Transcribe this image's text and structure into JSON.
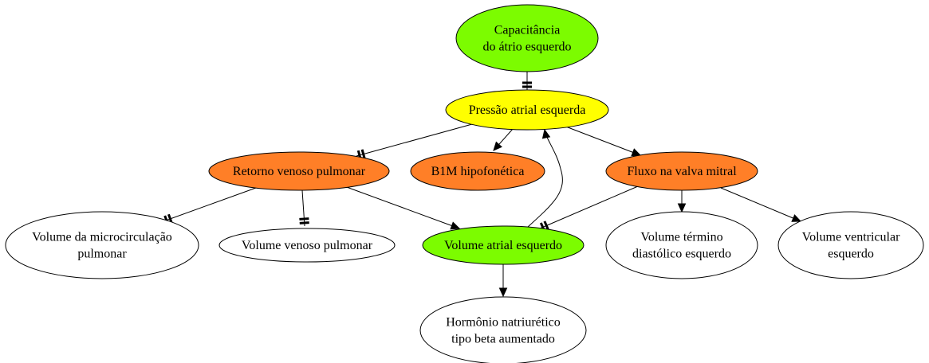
{
  "nodes": [
    {
      "id": "capacitancia",
      "lines": [
        "Capacitância",
        "do átrio esquerdo"
      ],
      "fill": "#7cfc00"
    },
    {
      "id": "pressao",
      "lines": [
        "Pressão atrial esquerda"
      ],
      "fill": "#ffff00"
    },
    {
      "id": "retorno",
      "lines": [
        "Retorno venoso pulmonar"
      ],
      "fill": "#ff7f27"
    },
    {
      "id": "b1m",
      "lines": [
        "B1M hipofonética"
      ],
      "fill": "#ff7f27"
    },
    {
      "id": "fluxo",
      "lines": [
        "Fluxo na valva mitral"
      ],
      "fill": "#ff7f27"
    },
    {
      "id": "vol-micro",
      "lines": [
        "Volume da microcirculação",
        "pulmonar"
      ],
      "fill": "#ffffff"
    },
    {
      "id": "vol-venoso",
      "lines": [
        "Volume venoso pulmonar"
      ],
      "fill": "#ffffff"
    },
    {
      "id": "vol-atrial",
      "lines": [
        "Volume atrial esquerdo"
      ],
      "fill": "#7cfc00"
    },
    {
      "id": "vol-termino",
      "lines": [
        "Volume término",
        "diastólico esquerdo"
      ],
      "fill": "#ffffff"
    },
    {
      "id": "vol-ventricular",
      "lines": [
        "Volume ventricular",
        "esquerdo"
      ],
      "fill": "#ffffff"
    },
    {
      "id": "hormonio",
      "lines": [
        "Hormônio natriurético",
        "tipo beta aumentado"
      ],
      "fill": "#ffffff"
    }
  ],
  "edges": [
    {
      "from": "capacitancia",
      "to": "pressao",
      "type": "inhibit"
    },
    {
      "from": "pressao",
      "to": "retorno",
      "type": "inhibit"
    },
    {
      "from": "pressao",
      "to": "b1m",
      "type": "arrow"
    },
    {
      "from": "pressao",
      "to": "fluxo",
      "type": "arrow"
    },
    {
      "from": "retorno",
      "to": "vol-micro",
      "type": "inhibit"
    },
    {
      "from": "retorno",
      "to": "vol-venoso",
      "type": "inhibit"
    },
    {
      "from": "retorno",
      "to": "vol-atrial",
      "type": "arrow"
    },
    {
      "from": "fluxo",
      "to": "vol-atrial",
      "type": "inhibit"
    },
    {
      "from": "fluxo",
      "to": "vol-termino",
      "type": "arrow"
    },
    {
      "from": "fluxo",
      "to": "vol-ventricular",
      "type": "arrow"
    },
    {
      "from": "vol-atrial",
      "to": "pressao",
      "type": "arrow"
    },
    {
      "from": "vol-atrial",
      "to": "hormonio",
      "type": "arrow"
    }
  ]
}
